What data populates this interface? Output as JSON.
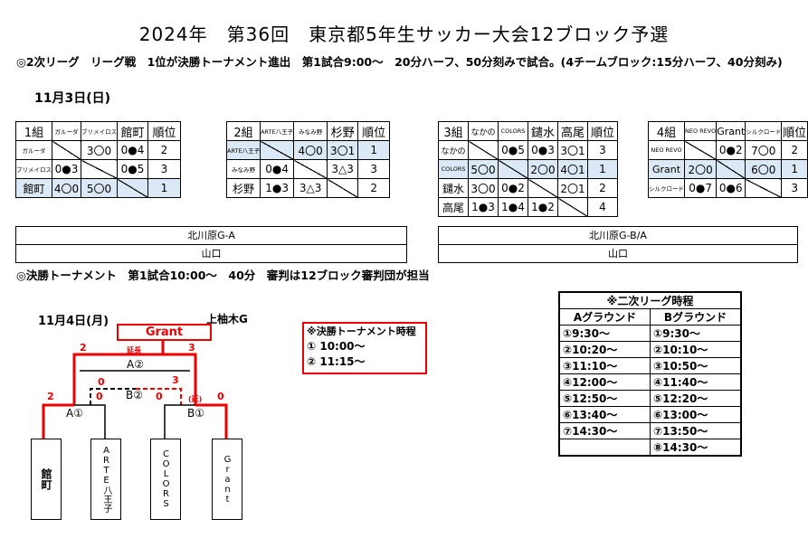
{
  "title": "2024年　第36回　東京都5年生サッカー大会12ブロック予選",
  "league": {
    "line": "◎2次リーグ　リーグ戦　1位が決勝トーナメント進出　第1試合9:00～　20分ハーフ、50分刻みで試合。(4チームブロック:15分ハーフ、40分刻み)",
    "date": "11月3日(日)",
    "groups": [
      {
        "name": "1組",
        "cols": [
          "ガルーダ",
          "ブリメイロス",
          "館町",
          "順位"
        ],
        "rows": [
          {
            "team": "ガルーダ",
            "cells": [
              "",
              "3〇0",
              "0●4",
              "2"
            ]
          },
          {
            "team": "プリメイロス",
            "cells": [
              "0●3",
              "",
              "0●5",
              "3"
            ]
          },
          {
            "team": "館町",
            "cells": [
              "4〇0",
              "5〇0",
              "",
              "1"
            ]
          }
        ]
      },
      {
        "name": "2組",
        "cols": [
          "ARTE八王子",
          "みなみ野",
          "杉野",
          "順位"
        ],
        "rows": [
          {
            "team": "ARTE八王子",
            "cells": [
              "",
              "4〇0",
              "3〇1",
              "1"
            ]
          },
          {
            "team": "みなみ野",
            "cells": [
              "0●4",
              "",
              "3△3",
              "3"
            ]
          },
          {
            "team": "杉野",
            "cells": [
              "1●3",
              "3△3",
              "",
              "2"
            ]
          }
        ]
      },
      {
        "name": "3組",
        "cols": [
          "なかの",
          "COLORS",
          "鑓水",
          "高尾",
          "順位"
        ],
        "rows": [
          {
            "team": "なかの",
            "cells": [
              "",
              "0●5",
              "0●3",
              "3〇1",
              "3"
            ]
          },
          {
            "team": "COLORS",
            "cells": [
              "5〇0",
              "",
              "2〇0",
              "4〇1",
              "1"
            ]
          },
          {
            "team": "鑓水",
            "cells": [
              "3〇0",
              "0●2",
              "",
              "2〇1",
              "2"
            ]
          },
          {
            "team": "高尾",
            "cells": [
              "1●3",
              "1●4",
              "1●2",
              "",
              "4"
            ]
          }
        ]
      },
      {
        "name": "4組",
        "cols": [
          "NEO REVO",
          "Grant",
          "シルクロード",
          "順位"
        ],
        "rows": [
          {
            "team": "NEO REVO",
            "cells": [
              "",
              "0●2",
              "7〇0",
              "2"
            ]
          },
          {
            "team": "Grant",
            "cells": [
              "2〇0",
              "",
              "6〇0",
              "1"
            ]
          },
          {
            "team": "シルクロード",
            "cells": [
              "0●7",
              "0●6",
              "",
              "3"
            ]
          }
        ]
      }
    ],
    "venue_left": [
      "北川原G-A",
      "山口"
    ],
    "venue_right": [
      "北川原G-B/A",
      "山口"
    ]
  },
  "tournament": {
    "line": "◎決勝トーナメント　第1試合10:00～　40分　審判は12ブロック審判団が担当",
    "date": "11月4日(月)",
    "place": "上柚木G",
    "winner": "Grant",
    "extra_label": "延長",
    "pk_label": "(延)",
    "match_labels": [
      "A②",
      "B②",
      "A①",
      "B①"
    ],
    "scores": {
      "final_left": "2",
      "final_right": "3",
      "semi_a_left": "2",
      "semi_a_right": "0",
      "semi_b_left": "0",
      "semi_b_right": "0",
      "third_left": "0",
      "third_right": "3"
    },
    "teams": [
      "館町",
      "ARTE八王子",
      "COLORS",
      "Grant"
    ],
    "schedule_title": "※決勝トーナメント時程",
    "schedule": [
      "① 10:00～",
      "② 11:15～"
    ]
  },
  "league_schedule": {
    "title": "※二次リーグ時程",
    "col_a": "Aグラウンド",
    "col_b": "Bグラウンド",
    "a": [
      "①9:30～",
      "②10:20～",
      "③11:10～",
      "④12:00～",
      "⑤12:50～",
      "⑥13:40～",
      "⑦14:30～",
      ""
    ],
    "b": [
      "①9:30～",
      "②10:10～",
      "③10:50～",
      "④11:40～",
      "⑤12:20～",
      "⑥13:00～",
      "⑦13:50～",
      "⑧14:30～"
    ]
  },
  "colors": {
    "winner_red": "#e00000",
    "highlight_blue": "#dbe8f5"
  }
}
